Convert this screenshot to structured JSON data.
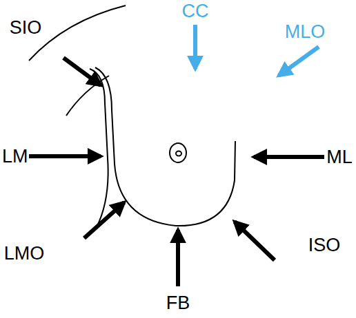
{
  "diagram": {
    "labels": [
      "SIO",
      "CC",
      "MLO",
      "LM",
      "ML",
      "LMO",
      "FB",
      "ISO"
    ]
  }
}
